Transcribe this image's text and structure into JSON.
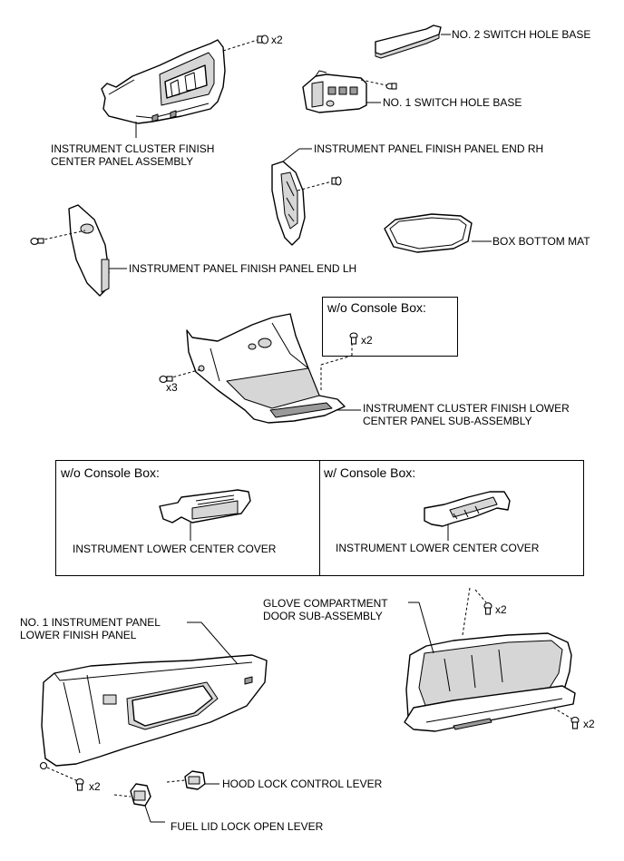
{
  "labels": {
    "switch_hole_base_2": "NO. 2 SWITCH HOLE BASE",
    "switch_hole_base_1": "NO. 1 SWITCH HOLE BASE",
    "cluster_center_line1": "INSTRUMENT  CLUSTER FINISH",
    "cluster_center_line2": "CENTER PANEL ASSEMBLY",
    "panel_end_rh": "INSTRUMENT PANEL FINISH PANEL END RH",
    "box_bottom_mat": "BOX BOTTOM MAT",
    "panel_end_lh": "INSTRUMENT PANEL FINISH PANEL END LH",
    "lower_center_line1": "INSTRUMENT  CLUSTER FINISH LOWER",
    "lower_center_line2": "CENTER PANEL SUB-ASSEMBLY",
    "lower_cover_wo": "INSTRUMENT LOWER CENTER COVER",
    "lower_cover_w": "INSTRUMENT LOWER CENTER COVER",
    "no1_lower_line1": "NO. 1 INSTRUMENT PANEL",
    "no1_lower_line2": "LOWER FINISH PANEL",
    "glove_line1": "GLOVE COMPARTMENT",
    "glove_line2": "DOOR SUB-ASSEMBLY",
    "hood_lever": "HOOD LOCK CONTROL LEVER",
    "fuel_lever": "FUEL LID LOCK OPEN LEVER"
  },
  "boxes": {
    "wo_console_small": "w/o Console Box:",
    "wo_console_left": "w/o Console Box:",
    "w_console_right": "w/ Console Box:"
  },
  "quantities": {
    "cluster_screw": "x2",
    "wo_console_screw": "x2",
    "lower_center_clip": "x3",
    "glove_top_screw": "x2",
    "glove_bottom_screw": "x2",
    "no1_lower_screw": "x2"
  },
  "icons": [
    "screw-icon",
    "clip-icon",
    "bolt-icon"
  ]
}
